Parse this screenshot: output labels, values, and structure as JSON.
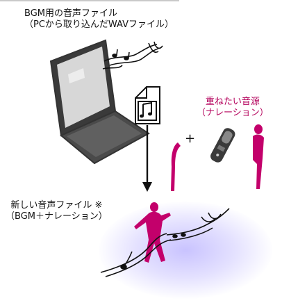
{
  "labels": {
    "bgm_line1": "BGM用の音声ファイル",
    "bgm_line2": "（PCから取り込んだWAVファイル）",
    "narration_line1": "重ねたい音源",
    "narration_line2": "（ナレーション）",
    "new_line1": "新しい音声ファイル ※",
    "new_line2": "（BGM＋ナレーション）",
    "plus_sign": "+"
  },
  "icons": {
    "laptop": "laptop-icon",
    "music_file": "music-file-icon",
    "music_notes": "music-notes-icon",
    "microphone": "microphone-icon",
    "speaker": "speaker-silhouette-icon",
    "dancer": "dancer-silhouette-icon",
    "arrow": "down-arrow-icon"
  },
  "colors": {
    "accent_magenta": "#c3006b",
    "label_magenta": "#b4005b",
    "glow": "#c9c3ff",
    "ink": "#111111"
  }
}
